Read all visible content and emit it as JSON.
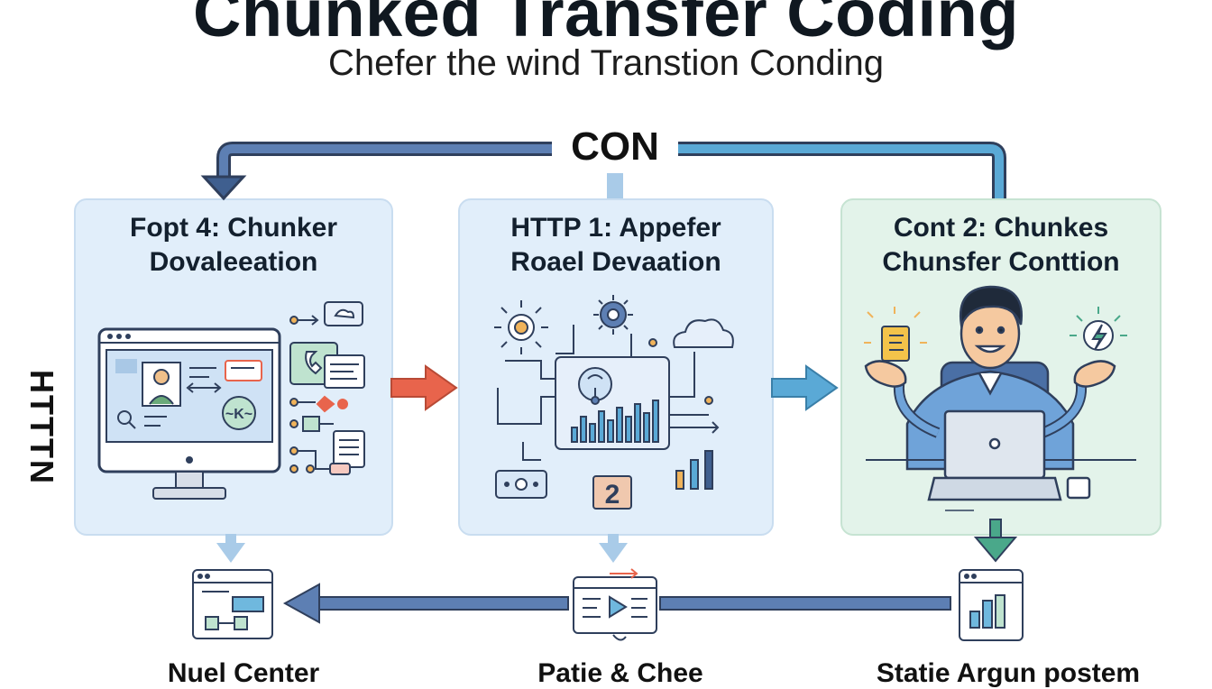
{
  "title": "Chunked Transfer Coding",
  "subtitle": "Chefer the wind Transtion Conding",
  "top_label": "CON",
  "side_label": "HTTTN",
  "panels": [
    {
      "title_line1": "Fopt 4: Chunker",
      "title_line2": "Dovaleeation"
    },
    {
      "title_line1": "HTTP 1: Appefer",
      "title_line2": "Roael Devaation"
    },
    {
      "title_line1": "Cont 2: Chunkes",
      "title_line2": "Chunsfer Conttion"
    }
  ],
  "mid_panel_number": "2",
  "bottom_labels": [
    "Nuel Center",
    "Patie & Chee",
    "Statie Argun postem"
  ],
  "colors": {
    "arrow_blue_dark": "#3f5f8f",
    "arrow_blue_light": "#5aa9d6",
    "arrow_red": "#e8644c",
    "arrow_green": "#4aa88a",
    "panel_blue": "#e1eefa",
    "panel_green": "#e3f3ea"
  }
}
